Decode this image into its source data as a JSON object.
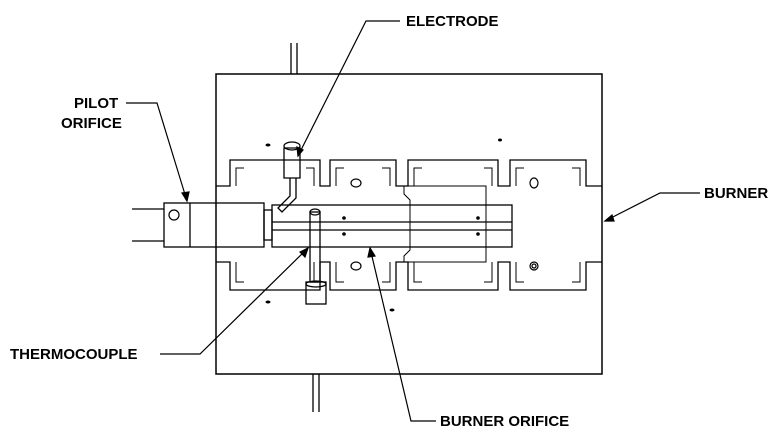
{
  "labels": {
    "electrode": "ELECTRODE",
    "pilot_orifice_line1": "PILOT",
    "pilot_orifice_line2": "ORIFICE",
    "burner": "BURNER",
    "thermocouple": "THERMOCOUPLE",
    "burner_orifice": "BURNER ORIFICE"
  }
}
